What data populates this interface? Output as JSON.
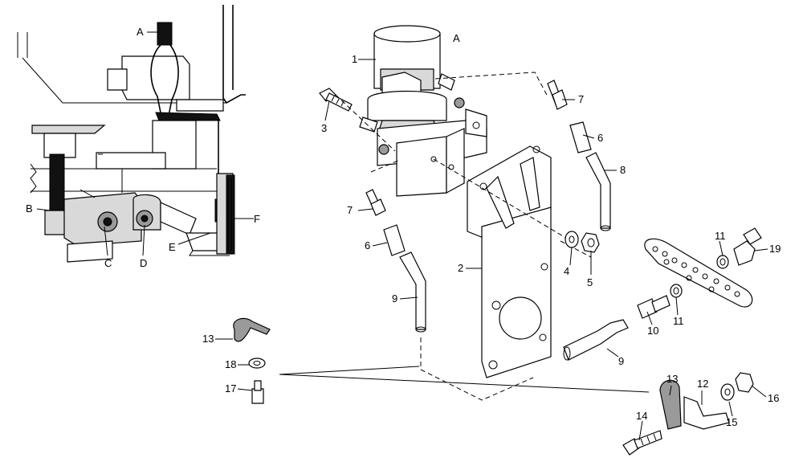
{
  "labels": {
    "A_left": "A",
    "B": "B",
    "C": "C",
    "D": "D",
    "E": "E",
    "F": "F",
    "A_right": "A",
    "n1": "1",
    "n2": "2",
    "n3": "3",
    "n4": "4",
    "n5": "5",
    "n6a": "6",
    "n6b": "6",
    "n7a": "7",
    "n7b": "7",
    "n8": "8",
    "n9a": "9",
    "n9b": "9",
    "n10": "10",
    "n11a": "11",
    "n11b": "11",
    "n12": "12",
    "n13a": "13",
    "n13b": "13",
    "n14": "14",
    "n15": "15",
    "n16": "16",
    "n17": "17",
    "n18": "18",
    "n19": "19"
  }
}
